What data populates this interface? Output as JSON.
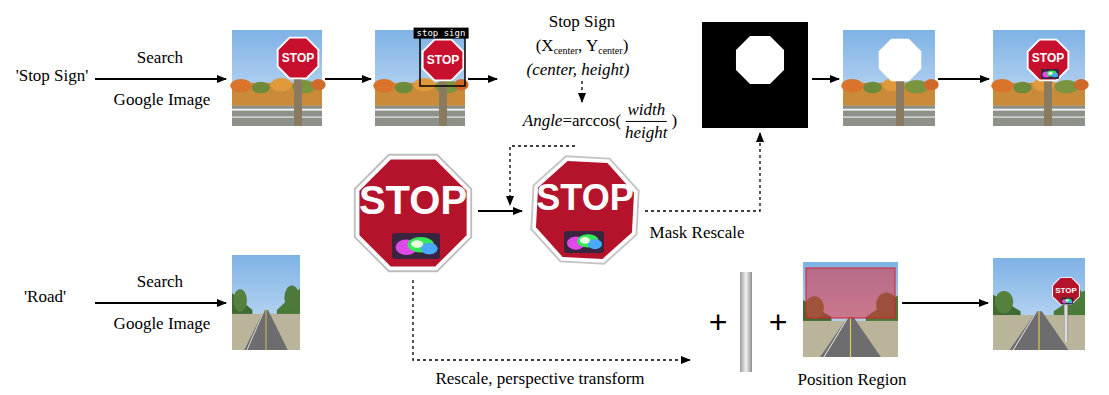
{
  "diagram": {
    "labels": [
      "'Stop Sign'",
      "Search",
      "Google Image",
      "STOP",
      "stop sign",
      "STOP",
      "Stop Sign",
      "(X",
      "center",
      ", Y",
      "center",
      ")",
      "(center, height)",
      "Angle",
      "=arccos(",
      "width",
      "height",
      ")",
      "STOP",
      "STOP",
      "STOP",
      "Mask Rescale",
      "'Road'",
      "Search",
      "Google Image",
      "Rescale, perspective transform",
      "+",
      "+",
      "Position Region",
      "STOP"
    ]
  }
}
